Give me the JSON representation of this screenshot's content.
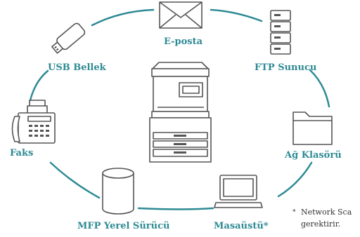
{
  "colors": {
    "accent": "#2e8a94",
    "icon_stroke": "#555555",
    "text": "#333333"
  },
  "center": {
    "icon": "multifunction-printer-icon"
  },
  "destinations": [
    {
      "id": "email",
      "icon": "envelope-icon",
      "label": "E-posta"
    },
    {
      "id": "ftp",
      "icon": "server-icon",
      "label": "FTP Sunucu"
    },
    {
      "id": "network-folder",
      "icon": "folder-icon",
      "label": "Ağ Klasörü"
    },
    {
      "id": "desktop",
      "icon": "laptop-icon",
      "label": "Masaüstü*"
    },
    {
      "id": "local-drive",
      "icon": "cylinder-drive-icon",
      "label": "MFP Yerel Sürücü"
    },
    {
      "id": "fax",
      "icon": "fax-machine-icon",
      "label": "Faks"
    },
    {
      "id": "usb",
      "icon": "usb-stick-icon",
      "label": "USB Bellek"
    }
  ],
  "footnote": {
    "marker": "*",
    "line1": "Network Sca",
    "line2": "gerektirir."
  }
}
